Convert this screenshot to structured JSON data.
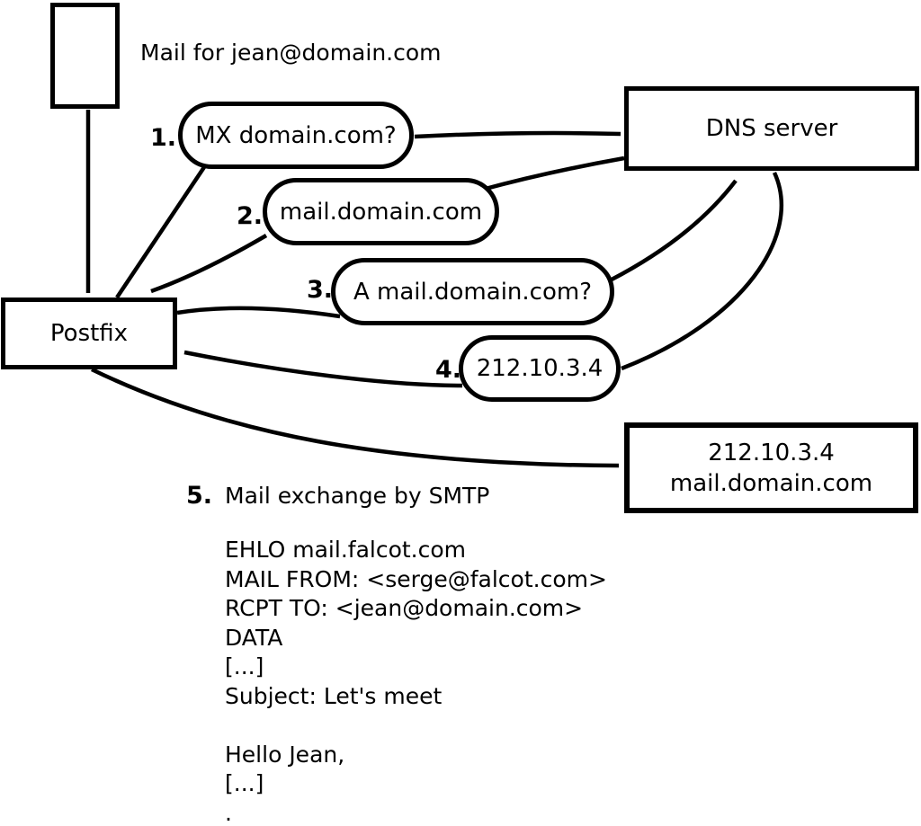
{
  "diagram": {
    "title_note": "Mail for jean@domain.com",
    "postfix_label": "Postfix",
    "dns_label": "DNS server",
    "mail_server_box": {
      "line1": "212.10.3.4",
      "line2": "mail.domain.com"
    },
    "steps": [
      {
        "num": "1.",
        "label": "MX domain.com?"
      },
      {
        "num": "2.",
        "label": "mail.domain.com"
      },
      {
        "num": "3.",
        "label": "A mail.domain.com?"
      },
      {
        "num": "4.",
        "label": "212.10.3.4"
      },
      {
        "num": "5.",
        "label": "Mail exchange by SMTP"
      }
    ],
    "smtp_session": [
      "EHLO mail.falcot.com",
      "MAIL FROM: <serge@falcot.com>",
      "RCPT TO: <jean@domain.com>",
      "DATA",
      "[...]",
      "Subject: Let's meet",
      "",
      "Hello Jean,",
      "[...]",
      "."
    ],
    "colors": {
      "stroke": "#000000",
      "background": "#ffffff"
    }
  }
}
